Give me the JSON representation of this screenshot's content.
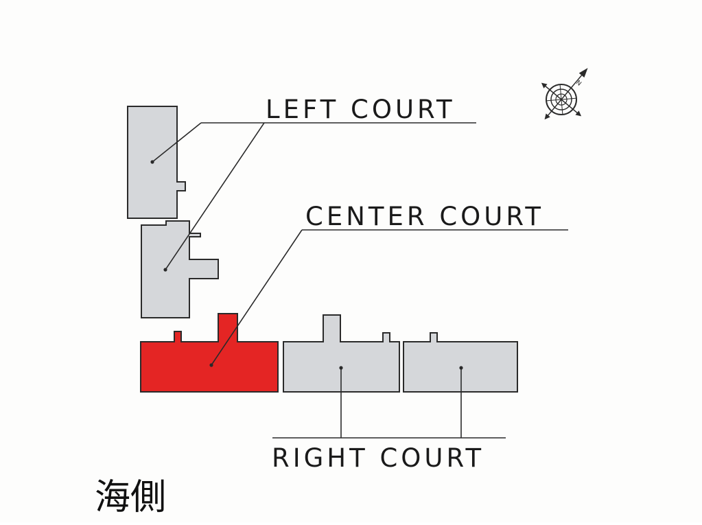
{
  "labels": {
    "left_court": "LEFT COURT",
    "center_court": "CENTER COURT",
    "right_court": "RIGHT COURT",
    "sea_side": "海側",
    "compass_n": "N"
  },
  "colors": {
    "building": "#d5d7da",
    "highlight": "#e42524",
    "outline": "#2a2a2a",
    "background": "#fdfdfc"
  },
  "highlighted_building": "center_court",
  "icons": {
    "compass": "compass-rose-icon"
  }
}
